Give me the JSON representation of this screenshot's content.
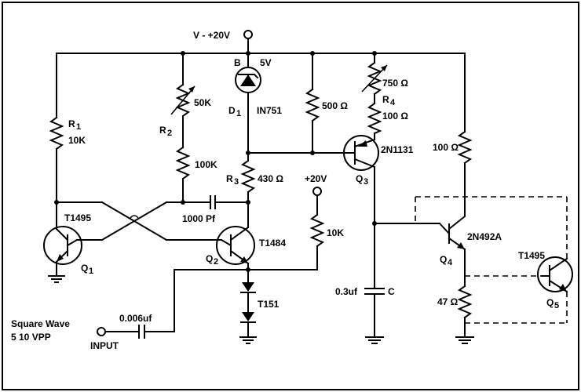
{
  "supply": {
    "label": "V - +20V"
  },
  "second_supply": {
    "label": "+20V"
  },
  "input": {
    "label": "INPUT",
    "cap_value": "0.006uf",
    "note_line1": "Square Wave",
    "note_line2": "5   10 VPP"
  },
  "resistors": {
    "r1": {
      "name": "R",
      "sub": "1",
      "value": "10K"
    },
    "r2_pot": {
      "value": "50K"
    },
    "r2": {
      "name": "R",
      "sub": "2",
      "value": "100K"
    },
    "r3": {
      "name": "R",
      "sub": "3",
      "value": "430 Ω"
    },
    "r_10k": {
      "value": "10K"
    },
    "r_500": {
      "value": "500 Ω"
    },
    "r4_pot": {
      "value": "750 Ω"
    },
    "r4": {
      "name": "R",
      "sub": "4",
      "value": "100 Ω"
    },
    "r_100": {
      "value": "100 Ω"
    },
    "r_47": {
      "value": "47 Ω"
    }
  },
  "diode_d1": {
    "node": "B",
    "name": "D",
    "sub": "1",
    "voltage": "5V",
    "part": "IN751"
  },
  "diodes_t151": {
    "part": "T151"
  },
  "cap_1000": {
    "value": "1000  Pf"
  },
  "cap_c": {
    "value": "0.3uf",
    "name": "C"
  },
  "transistors": {
    "q1": {
      "name": "Q",
      "sub": "1",
      "part": "T1495"
    },
    "q2": {
      "name": "Q",
      "sub": "2",
      "part": "T1484"
    },
    "q3": {
      "name": "Q",
      "sub": "3",
      "part": "2N1131"
    },
    "q4": {
      "name": "Q",
      "sub": "4",
      "part": "2N492A"
    },
    "q5": {
      "name": "Q",
      "sub": "5",
      "part": "T1495"
    }
  }
}
